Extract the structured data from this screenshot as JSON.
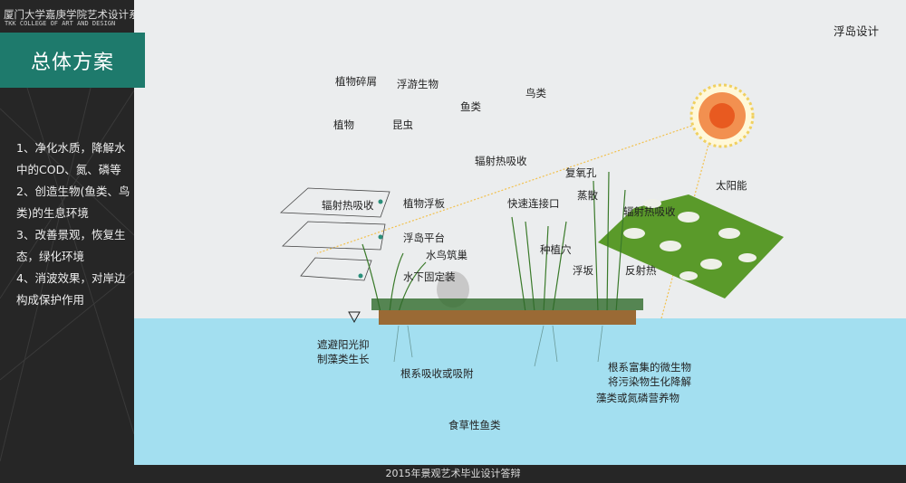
{
  "sidebar": {
    "school_cn": "厦门大学嘉庚学院艺术设计系",
    "school_en": "TKK COLLEGE OF ART AND DESIGN",
    "section_title": "总体方案",
    "goals": [
      "1、净化水质，降解水中的COD、氮、磷等",
      "2、创造生物(鱼类、鸟类)的生息环境",
      "3、改善景观，恢复生态，绿化环境",
      "4、消波效果，对岸边构成保护作用"
    ]
  },
  "page_title": "浮岛设计",
  "diagram": {
    "food_chain": {
      "debris": "植物碎屑",
      "plankton": "浮游生物",
      "fish": "鱼类",
      "birds": "鸟类",
      "plants": "植物",
      "insects": "昆虫"
    },
    "labels": {
      "radiation_top": "辐射热吸收",
      "aeration": "复氧孔",
      "evaporation": "蒸散",
      "solar": "太阳能",
      "radiation_left": "辐射热吸收",
      "plant_board": "植物浮板",
      "connector": "快速连接口",
      "radiation_right": "辐射热吸收",
      "platform": "浮岛平台",
      "nesting": "水鸟筑巢",
      "planting_hole": "种植穴",
      "float_board": "浮坂",
      "reflect": "反射热",
      "anchor": "水下固定装",
      "shade_1": "遮避阳光抑",
      "shade_2": "制藻类生长",
      "roots": "根系吸收或吸附",
      "microbe_1": "根系富集的微生物",
      "microbe_2": "将污染物生化降解",
      "algae": "藻类或氮磷营养物",
      "herbivore": "食草性鱼类"
    }
  },
  "footer": "2015年景观艺术毕业设计答辩",
  "colors": {
    "teal": "#1e7a6c",
    "water": "#a3dff0",
    "dark": "#262626",
    "grass": "#5a9a2a",
    "soil": "#9a6a35"
  }
}
